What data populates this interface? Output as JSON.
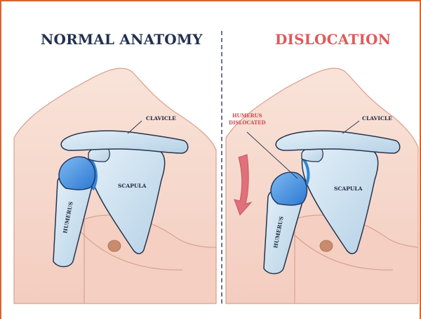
{
  "panels": {
    "left": {
      "title": "NORMAL ANATOMY"
    },
    "right": {
      "title": "DISLOCATION"
    }
  },
  "labels": {
    "clavicle": "CLAVICLE",
    "scapula": "SCAPULA",
    "humerus": "HUMERUS",
    "humerus_dislocated_line1": "HUMERUS",
    "humerus_dislocated_line2": "DISLOCATED"
  },
  "colors": {
    "frame_border": "#d9642f",
    "title_normal": "#22304f",
    "title_dislocation": "#e0595a",
    "skin": "#f7d9cc",
    "bone": "#c8deed",
    "cartilage": "#3f8ee0",
    "arrow": "#e0707a"
  },
  "icons": {
    "arrow": "arrow-down-icon"
  }
}
